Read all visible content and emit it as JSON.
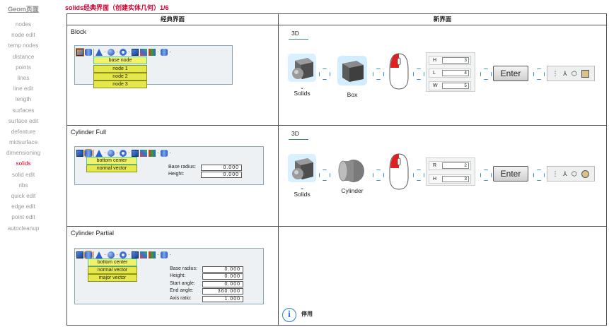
{
  "sidebar": {
    "home": "Geom页面",
    "items": [
      "nodes",
      "node edit",
      "temp nodes",
      "distance",
      "points",
      "lines",
      "line edit",
      "length",
      "surfaces",
      "surface edit",
      "defeature",
      "midsurface",
      "dimensioning",
      "solids",
      "solid edit",
      "ribs",
      "quick edit",
      "edge edit",
      "point edit",
      "autocleanup"
    ],
    "active_index": 13
  },
  "page_title": "solids经典界面（创建实体几何）1/6",
  "table": {
    "col_classic": "经典界面",
    "col_new": "新界面",
    "rows": [
      {
        "title": "Block",
        "classic_buttons": [
          "base node",
          "node 1",
          "node 2",
          "node 3"
        ],
        "new": {
          "tab": "3D",
          "solids_label": "Solids",
          "shape_label": "Box",
          "fields": [
            {
              "label": "H",
              "value": "3"
            },
            {
              "label": "L",
              "value": "4"
            },
            {
              "label": "W",
              "value": "5"
            }
          ],
          "enter": "Enter"
        }
      },
      {
        "title": "Cylinder Full",
        "classic_buttons": [
          "bottom center",
          "normal vector"
        ],
        "classic_fields": [
          {
            "label": "Base radius:",
            "value": "0.000"
          },
          {
            "label": "Height:",
            "value": "0.000"
          }
        ],
        "new": {
          "tab": "3D",
          "solids_label": "Solids",
          "shape_label": "Cylinder",
          "fields": [
            {
              "label": "R",
              "value": "2"
            },
            {
              "label": "H",
              "value": "3"
            }
          ],
          "enter": "Enter"
        }
      },
      {
        "title": "Cylinder Partial",
        "classic_buttons": [
          "bottom center",
          "normal vector",
          "major vector"
        ],
        "classic_fields": [
          {
            "label": "Base radius:",
            "value": "0.000"
          },
          {
            "label": "Height:",
            "value": "0.000"
          },
          {
            "label": "Start angle:",
            "value": "0.000"
          },
          {
            "label": "End angle:",
            "value": "360.000"
          },
          {
            "label": "Axis ratio:",
            "value": "1.000"
          }
        ],
        "new": {
          "disabled_text": "停用"
        }
      }
    ]
  },
  "colors": {
    "active": "#e0002a",
    "title": "#d40030",
    "accent": "#3c8ad8"
  }
}
